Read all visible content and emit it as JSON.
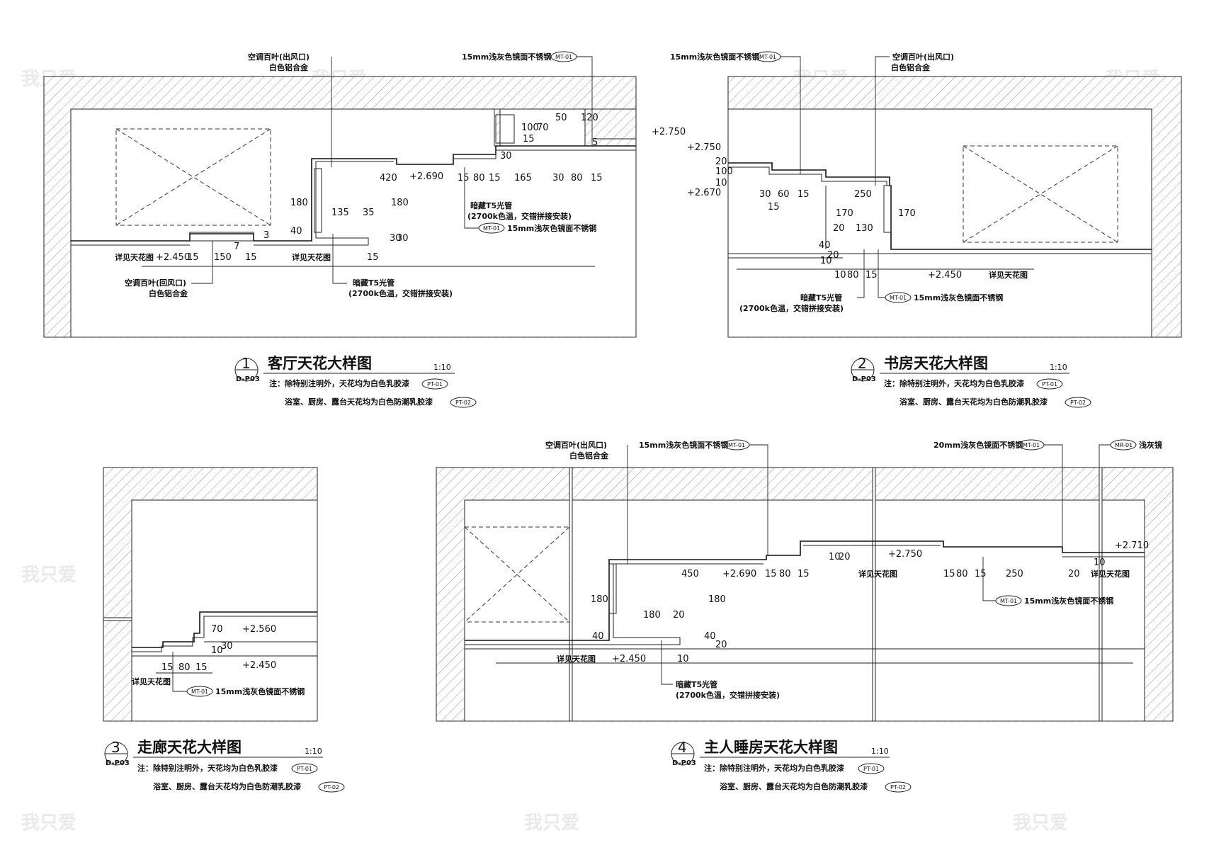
{
  "watermark": "我只爱",
  "notes": {
    "general": "注：除特别注明外，天花均为白色乳胶漆",
    "general_tag": "PT-01",
    "wet": "浴室、厨房、露台天花均为白色防潮乳胶漆",
    "wet_tag": "PT-02"
  },
  "sheet_ref": "D-P03",
  "scale": "1:10",
  "details": [
    {
      "number": "1",
      "title": "客厅天花大样图",
      "labels": {
        "outlet": "空调百叶(出风口)",
        "outlet_mat": "白色铝合金",
        "steel_top": "15mm浅灰色镜面不锈钢",
        "tag_mt": "MT-01",
        "light": "暗藏T5光管",
        "light_note": "(2700k色温，交错拼接安装)",
        "steel_mid": "15mm浅灰色镜面不锈钢",
        "return": "空调百叶(回风口)",
        "return_mat": "白色铝合金",
        "see_ceiling_a": "详见天花图",
        "see_ceiling_b": "详见天花图"
      },
      "levels": [
        "+2.750",
        "+2.690",
        "+2.450"
      ],
      "dims": [
        "100",
        "70",
        "50",
        "120",
        "15",
        "5",
        "30",
        "420",
        "180",
        "15",
        "80",
        "15",
        "165",
        "30",
        "80",
        "15",
        "135",
        "35",
        "180",
        "40",
        "3",
        "30",
        "30",
        "15",
        "150",
        "15",
        "7",
        "15"
      ]
    },
    {
      "number": "2",
      "title": "书房天花大样图",
      "labels": {
        "steel_top": "15mm浅灰色镜面不锈钢",
        "tag_mt": "MT-01",
        "outlet": "空调百叶(出风口)",
        "outlet_mat": "白色铝合金",
        "light": "暗藏T5光管",
        "light_note": "(2700k色温，交错拼接安装)",
        "steel_bot": "15mm浅灰色镜面不锈钢",
        "see_ceiling": "详见天花图"
      },
      "levels": [
        "+2.750",
        "+2.670",
        "+2.450"
      ],
      "dims": [
        "20",
        "100",
        "10",
        "30",
        "60",
        "15",
        "15",
        "250",
        "170",
        "170",
        "20",
        "130",
        "40",
        "20",
        "10",
        "80",
        "15",
        "10"
      ]
    },
    {
      "number": "3",
      "title": "走廊天花大样图",
      "labels": {
        "see_ceiling": "详见天花图",
        "tag_mt": "MT-01",
        "steel": "15mm浅灰色镜面不锈钢"
      },
      "levels": [
        "+2.560",
        "+2.450"
      ],
      "dims": [
        "70",
        "10",
        "30",
        "15",
        "80",
        "15"
      ]
    },
    {
      "number": "4",
      "title": "主人睡房天花大样图",
      "labels": {
        "outlet": "空调百叶(出风口)",
        "outlet_mat": "白色铝合金",
        "steel_a": "15mm浅灰色镜面不锈钢",
        "steel_b": "20mm浅灰色镜面不锈钢",
        "mirror": "浅灰镜",
        "tag_mt": "MT-01",
        "tag_mr": "MR-01",
        "steel_c": "15mm浅灰色镜面不锈钢",
        "light": "暗藏T5光管",
        "light_note": "(2700k色温，交错拼接安装)",
        "see_ceiling_a": "详见天花图",
        "see_ceiling_b": "详见天花图",
        "see_ceiling_c": "详见天花图"
      },
      "levels": [
        "+2.750",
        "+2.710",
        "+2.690",
        "+2.450"
      ],
      "dims": [
        "450",
        "15",
        "80",
        "15",
        "10",
        "20",
        "15",
        "80",
        "15",
        "250",
        "20",
        "10",
        "180",
        "180",
        "180",
        "20",
        "40",
        "40",
        "20",
        "10"
      ]
    }
  ]
}
